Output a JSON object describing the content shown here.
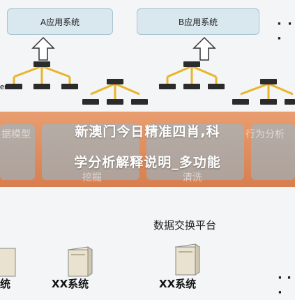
{
  "top_systems": {
    "a_label": "A应用系统",
    "b_label": "B应用系统",
    "more": "· · ·"
  },
  "left_partial_label": "er",
  "banner": {
    "headline_line1": "新澳门今日精准四肖,科",
    "headline_line2": "学分析解释说明_多功能",
    "background_words": [
      "据模型",
      "行为分析",
      "挖掘",
      "清洗"
    ]
  },
  "platform_label": "数据交换平台",
  "bottom_systems": {
    "labels": [
      "统",
      "XX系统",
      "XX系统"
    ],
    "more": "· · ·"
  },
  "colors": {
    "system_box": "#d9e7ef",
    "banner": "#dc8650",
    "cable": "#e8b52a"
  }
}
